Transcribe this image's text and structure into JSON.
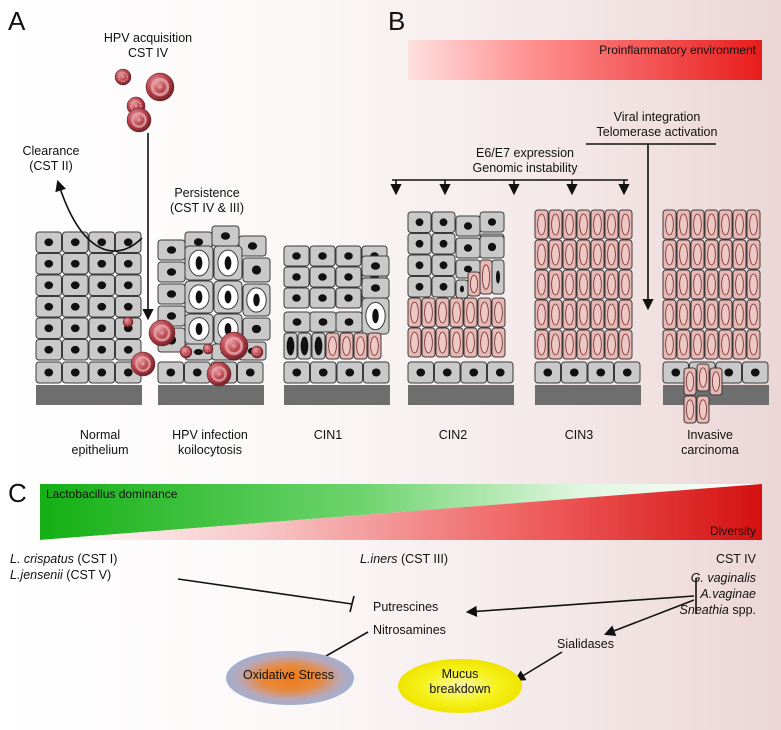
{
  "colors": {
    "cell_gray": "#c9c9c9",
    "cell_border": "#3a3a3a",
    "nucleus": "#111111",
    "dysplastic": "#e8b8b4",
    "virus": "#b5414a",
    "green": "#1db51d",
    "red": "#e01b1b",
    "ox_orange": "#e8751a",
    "mucus_yellow": "#f5f20a"
  },
  "panels": {
    "a": "A",
    "b": "B",
    "c": "C"
  },
  "panel_a": {
    "acquisition": [
      "HPV acquisition",
      "CST IV"
    ],
    "clearance": [
      "Clearance",
      "(CST II)"
    ],
    "persistence": [
      "Persistence",
      "(CST IV & III)"
    ]
  },
  "panel_b": {
    "proinflammatory": "Proinflammatory environment",
    "viral": [
      "Viral integration",
      "Telomerase activation"
    ],
    "e6e7": [
      "E6/E7 expression",
      "Genomic instability"
    ]
  },
  "stages": [
    {
      "lines": [
        "Normal",
        "epithelium"
      ]
    },
    {
      "lines": [
        "HPV infection",
        "koilocytosis"
      ]
    },
    {
      "lines": [
        "CIN1"
      ]
    },
    {
      "lines": [
        "CIN2"
      ]
    },
    {
      "lines": [
        "CIN3"
      ]
    },
    {
      "lines": [
        "Invasive",
        "carcinoma"
      ]
    }
  ],
  "panel_c": {
    "lacto": "Lactobacillus dominance",
    "diversity": "Diversity",
    "left1_species": "L. crispatus",
    "left1_cst": " (CST I)",
    "left2_species": "L.jensenii",
    "left2_cst": " (CST V)",
    "mid_species": "L.iners",
    "mid_cst": " (CST III)",
    "cst4": "CST IV",
    "g_vag": "G. vaginalis",
    "a_vag": "A.vaginae",
    "sneathia_genus": "Sneathia",
    "sneathia_spp": " spp.",
    "putrescines": "Putrescines",
    "nitrosamines": "Nitrosamines",
    "sialidases": "Sialidases",
    "oxidative": "Oxidative Stress",
    "mucus": [
      "Mucus",
      "breakdown"
    ]
  }
}
